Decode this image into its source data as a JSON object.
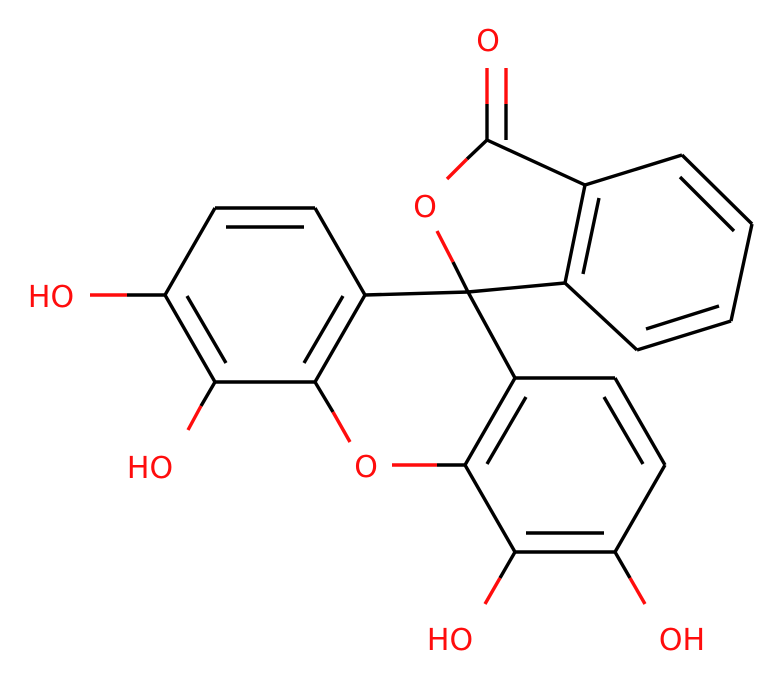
{
  "molecule": {
    "colors": {
      "bond": "#000000",
      "oxygen": "#ff0d0d",
      "background": "#ffffff"
    },
    "labels": {
      "carbonyl_o": "O",
      "lactone_o": "O",
      "xanthene_o": "O",
      "oh_left_upper": "HO",
      "oh_left_lower": "HO",
      "oh_bottom_left": "HO",
      "oh_bottom_right": "OH"
    }
  }
}
